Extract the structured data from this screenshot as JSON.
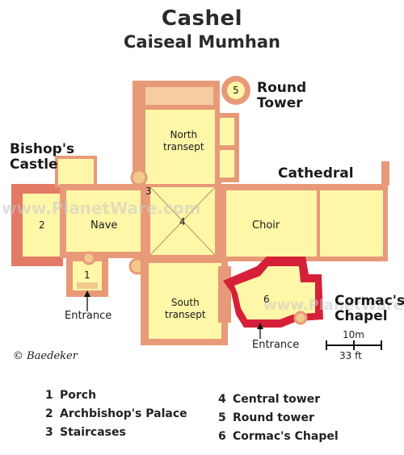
{
  "title": "Cashel",
  "subtitle": "Caiseal Mumhan",
  "labels": {
    "round_tower": "Round\nTower",
    "bishops_castle": "Bishop's\nCastle",
    "cathedral": "Cathedral",
    "cormacs_chapel": "Cormac's\nChapel",
    "north_transept": "North\ntransept",
    "south_transept": "South\ntransept",
    "nave": "Nave",
    "choir": "Choir",
    "entrance_west": "Entrance",
    "entrance_chapel": "Entrance"
  },
  "numbers": {
    "porch": "1",
    "palace": "2",
    "staircases": "3",
    "central_tower": "4",
    "round_tower": "5",
    "chapel": "6"
  },
  "scale": {
    "metric": "10m",
    "imperial": "33 ft"
  },
  "credit": "© Baedeker",
  "watermark": "www.PlanetWare.com",
  "legend": [
    {
      "num": "1",
      "label": "Porch"
    },
    {
      "num": "2",
      "label": "Archbishop's Palace"
    },
    {
      "num": "3",
      "label": "Staircases"
    },
    {
      "num": "4",
      "label": "Central tower"
    },
    {
      "num": "5",
      "label": "Round tower"
    },
    {
      "num": "6",
      "label": "Cormac's Chapel"
    }
  ],
  "colors": {
    "wall": "#e89a78",
    "wall_dark": "#d8704f",
    "interior": "#fef7a8",
    "chapel_wall": "#d6203a",
    "text": "#1a1a1a"
  }
}
